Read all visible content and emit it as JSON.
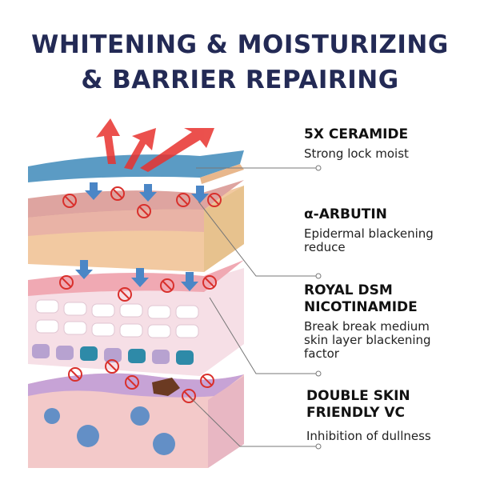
{
  "title": {
    "line1": "WHITENING & MOISTURIZING",
    "line2": "& BARRIER REPAIRING"
  },
  "ingredients": [
    {
      "name": "5X CERAMIDE",
      "description": "Strong lock moist"
    },
    {
      "name": "α-ARBUTIN",
      "description": "Epidermal blackening reduce"
    },
    {
      "name": "ROYAL DSM NICOTINAMIDE",
      "description": "Break break medium skin layer blackening factor"
    },
    {
      "name": "DOUBLE SKIN FRIENDLY VC",
      "description": "Inhibition of dullness"
    }
  ],
  "colors": {
    "title": "#232a55",
    "barrier": "#5b9bc4",
    "arrow_red": "#e8322e",
    "arrow_blue": "#4b86c6",
    "block_icon": "#d9302c"
  }
}
